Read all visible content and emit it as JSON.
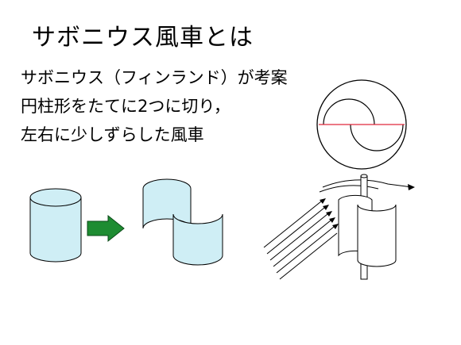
{
  "slide": {
    "title": "サボニウス風車とは",
    "lines": [
      "サボニウス（フィンランド）が考案",
      "円柱形をたてに2つに切り，",
      "左右に少しずらした風車"
    ]
  },
  "colors": {
    "cylinder_fill": "#cfeef5",
    "arrow_fill": "#1e8c32",
    "section_line": "#e0283c",
    "ink": "#000000"
  },
  "icons": {
    "transform_arrow": "right-arrow",
    "rotor_section": "circle-cross-section"
  }
}
